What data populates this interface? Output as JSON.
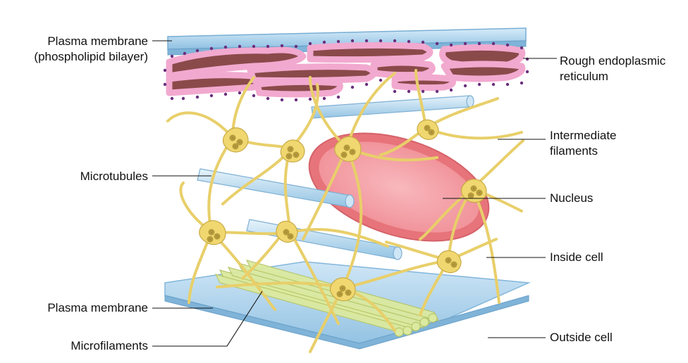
{
  "labels": {
    "plasma_membrane_top": [
      "Plasma membrane",
      "(phospholipid bilayer)"
    ],
    "rough_er": [
      "Rough endoplasmic",
      "reticulum"
    ],
    "intermediate_filaments": [
      "Intermediate",
      "filaments"
    ],
    "microtubules": "Microtubules",
    "nucleus": "Nucleus",
    "inside_cell": "Inside cell",
    "plasma_membrane_bottom": "Plasma membrane",
    "microfilaments": "Microfilaments",
    "outside_cell": "Outside cell"
  },
  "colors": {
    "membrane": "#a9cfe8",
    "membrane_edge": "#7fb1d6",
    "er_fill": "#8a4a4a",
    "er_halo": "#f2a9cf",
    "er_dots": "#6a2e7e",
    "filament": "#e8cf6a",
    "filament_edge": "#b59a3a",
    "nucleus_outer": "#e7747a",
    "nucleus_inner": "#f6a7ad",
    "microtubule": "#b4d7ee",
    "microfilament": "#dbeaa0"
  }
}
